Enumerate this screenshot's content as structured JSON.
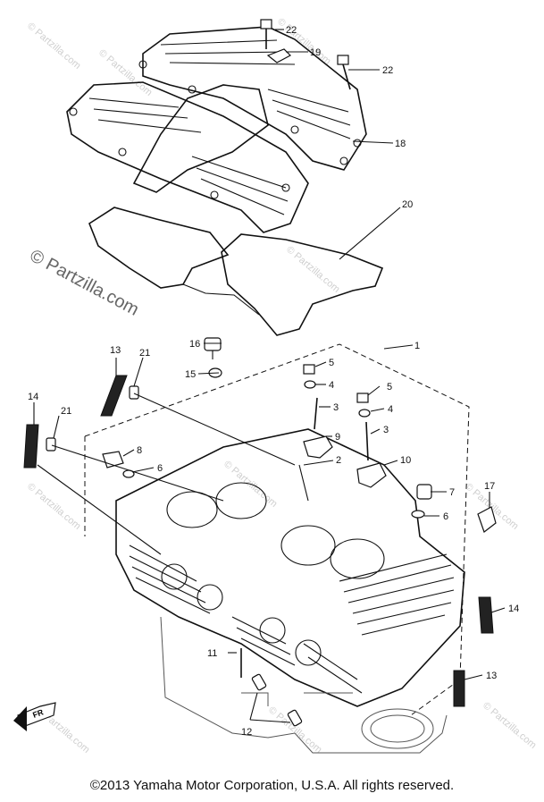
{
  "watermark": {
    "text_large": "© Partzilla.com",
    "text_small": "© Partzilla.com"
  },
  "callouts": {
    "c1": "1",
    "c2": "2",
    "c3a": "3",
    "c3b": "3",
    "c4a": "4",
    "c4b": "4",
    "c5a": "5",
    "c5b": "5",
    "c6a": "6",
    "c6b": "6",
    "c7": "7",
    "c8": "8",
    "c9": "9",
    "c10": "10",
    "c11": "11",
    "c12": "12",
    "c13a": "13",
    "c13b": "13",
    "c14a": "14",
    "c14b": "14",
    "c15": "15",
    "c16": "16",
    "c17": "17",
    "c18": "18",
    "c19": "19",
    "c20": "20",
    "c21a": "21",
    "c21b": "21",
    "c22a": "22",
    "c22b": "22"
  },
  "fr_label": "FR",
  "copyright": "©2013  Yamaha Motor Corporation, U.S.A. All rights reserved."
}
